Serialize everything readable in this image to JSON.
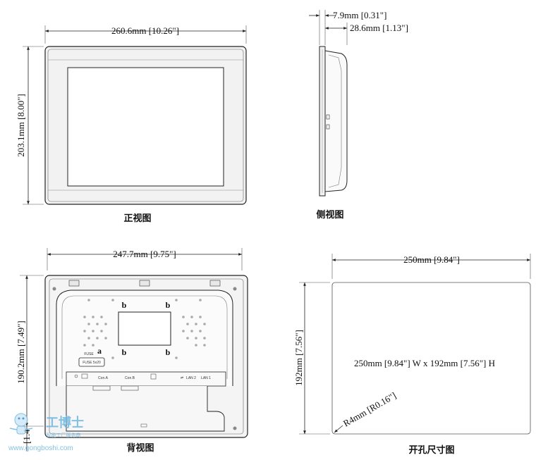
{
  "front": {
    "caption": "正视图",
    "width_dim": "260.6mm [10.26\"]",
    "height_dim": "203.1mm [8.00\"]"
  },
  "side": {
    "caption": "侧视图",
    "depth1_dim": "7.9mm [0.31\"]",
    "depth2_dim": "28.6mm [1.13\"]"
  },
  "back": {
    "caption": "背视图",
    "width_dim": "247.7mm [9.75\"]",
    "height_dim": "190.2mm [7.49\"]",
    "small_dim": "[1.4",
    "marker_a": "a",
    "marker_b": "b",
    "fuse_label": "FUSE",
    "fuse_box": "FUSE 5x20",
    "ports": [
      "Con.A",
      "Con.B",
      "LAN 2",
      "LAN 1"
    ]
  },
  "cutout": {
    "caption": "开孔尺寸图",
    "width_dim": "250mm [9.84\"]",
    "height_dim": "192mm [7.56\"]",
    "size_text": "250mm [9.84\"] W x 192mm [7.56\"] H",
    "radius_dim": "R4mm [R0.16\"]"
  },
  "watermark": {
    "brand": "工博士",
    "tagline": "智能工厂服务商",
    "url": "www.gongboshi.com"
  },
  "colors": {
    "line": "#222222",
    "bezel": "#f2f2f2",
    "watermark": "#6fb7e0"
  }
}
